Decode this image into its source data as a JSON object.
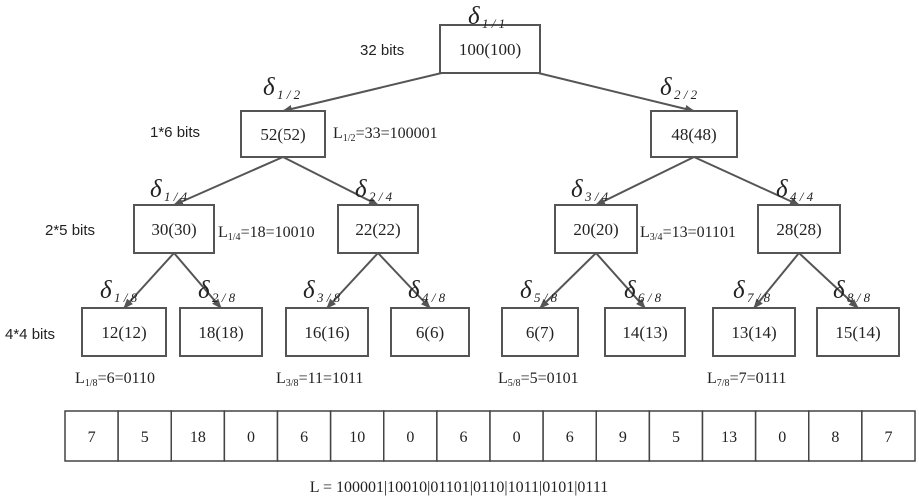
{
  "nodes": [
    {
      "id": "n1_1",
      "text": "100(100)",
      "delta_sub": "1 / 1"
    },
    {
      "id": "n1_2",
      "text": "52(52)",
      "delta_sub": "1 / 2"
    },
    {
      "id": "n2_2",
      "text": "48(48)",
      "delta_sub": "2 / 2"
    },
    {
      "id": "n1_4",
      "text": "30(30)",
      "delta_sub": "1 / 4"
    },
    {
      "id": "n2_4",
      "text": "22(22)",
      "delta_sub": "2 / 4"
    },
    {
      "id": "n3_4",
      "text": "20(20)",
      "delta_sub": "3 / 4"
    },
    {
      "id": "n4_4",
      "text": "28(28)",
      "delta_sub": "4 / 4"
    },
    {
      "id": "n1_8",
      "text": "12(12)",
      "delta_sub": "1 / 8"
    },
    {
      "id": "n2_8",
      "text": "18(18)",
      "delta_sub": "2 / 8"
    },
    {
      "id": "n3_8",
      "text": "16(16)",
      "delta_sub": "3 / 8"
    },
    {
      "id": "n4_8",
      "text": "6(6)",
      "delta_sub": "4 / 8"
    },
    {
      "id": "n5_8",
      "text": "6(7)",
      "delta_sub": "5 / 8"
    },
    {
      "id": "n6_8",
      "text": "14(13)",
      "delta_sub": "6 / 8"
    },
    {
      "id": "n7_8",
      "text": "13(14)",
      "delta_sub": "7 / 8"
    },
    {
      "id": "n8_8",
      "text": "15(14)",
      "delta_sub": "8 / 8"
    }
  ],
  "delta_symbol": "δ",
  "edges": [
    [
      "n1_1",
      "n1_2"
    ],
    [
      "n1_1",
      "n2_2"
    ],
    [
      "n1_2",
      "n1_4"
    ],
    [
      "n1_2",
      "n2_4"
    ],
    [
      "n2_2",
      "n3_4"
    ],
    [
      "n2_2",
      "n4_4"
    ],
    [
      "n1_4",
      "n1_8"
    ],
    [
      "n1_4",
      "n2_8"
    ],
    [
      "n2_4",
      "n3_8"
    ],
    [
      "n2_4",
      "n4_8"
    ],
    [
      "n3_4",
      "n5_8"
    ],
    [
      "n3_4",
      "n6_8"
    ],
    [
      "n4_4",
      "n7_8"
    ],
    [
      "n4_4",
      "n8_8"
    ]
  ],
  "bit_labels": [
    "32 bits",
    "1*6 bits",
    "2*5 bits",
    "4*4 bits"
  ],
  "length_labels": [
    {
      "main": "L",
      "sub": "1/2",
      "rest": "=33=100001"
    },
    {
      "main": "L",
      "sub": "1/4",
      "rest": "=18=10010"
    },
    {
      "main": "L",
      "sub": "3/4",
      "rest": "=13=01101"
    },
    {
      "main": "L",
      "sub": "1/8",
      "rest": "=6=0110"
    },
    {
      "main": "L",
      "sub": "3/8",
      "rest": "=11=1011"
    },
    {
      "main": "L",
      "sub": "5/8",
      "rest": "=5=0101"
    },
    {
      "main": "L",
      "sub": "7/8",
      "rest": "=7=0111"
    }
  ],
  "array_values": [
    "7",
    "5",
    "18",
    "0",
    "6",
    "10",
    "0",
    "6",
    "0",
    "6",
    "9",
    "5",
    "13",
    "0",
    "8",
    "7"
  ],
  "result": "L = 100001|10010|01101|0110|1011|0101|0111"
}
